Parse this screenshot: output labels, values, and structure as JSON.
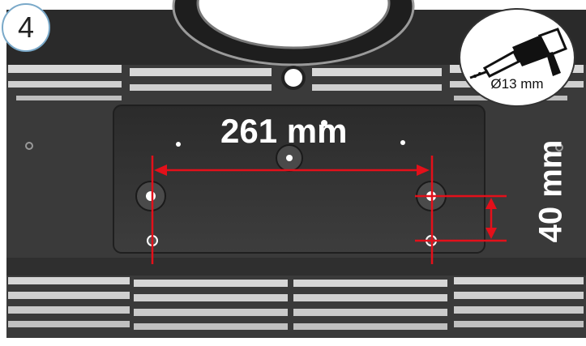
{
  "step": {
    "number": "4"
  },
  "tool": {
    "icon": "drill-icon",
    "drill_size": "Ø13 mm"
  },
  "dimensions": {
    "horizontal_label": "261 mm",
    "vertical_label": "40 mm"
  },
  "colors": {
    "dimension_lines": "#e3101a",
    "bumper": "#3a3a3a",
    "dimension_text": "#ffffff",
    "step_badge_border": "#7aa9c9"
  }
}
